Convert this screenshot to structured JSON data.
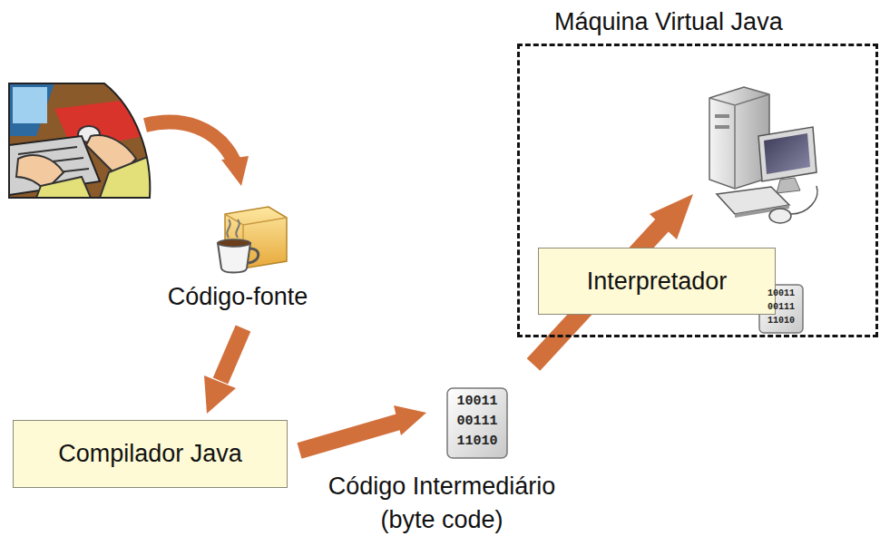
{
  "diagram": {
    "nodes": [
      {
        "text": [
          "Máquina Virtual Java"
        ]
      },
      {
        "text": [
          "Interpretador"
        ],
        "in": 0
      },
      {
        "text": [
          "Compilador Java"
        ]
      }
    ],
    "labels": [
      "Código-fonte",
      "Código Intermediário",
      "(byte code)",
      "10011",
      "00111",
      "11010",
      "10011",
      "00111",
      "11010"
    ]
  }
}
